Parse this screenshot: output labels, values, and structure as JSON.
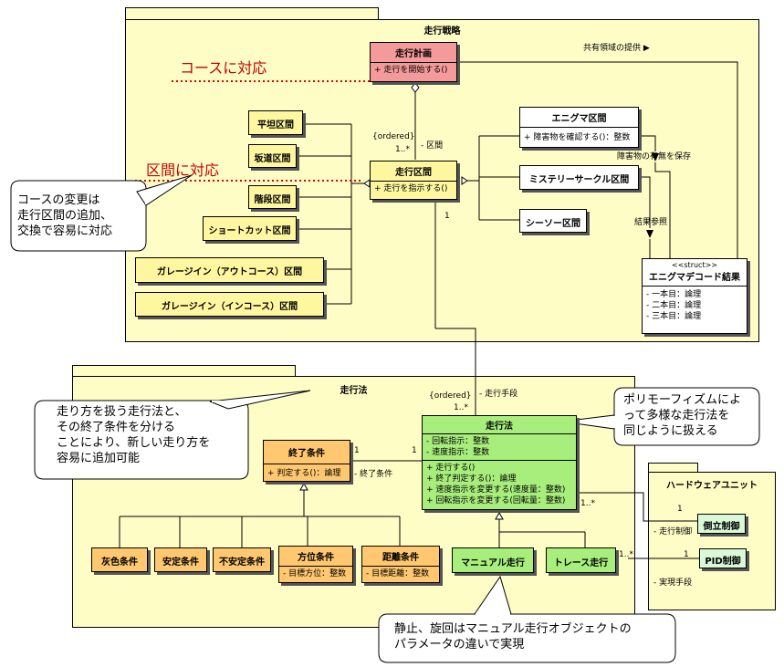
{
  "packages": {
    "strategy": {
      "title": "走行戦略"
    },
    "method": {
      "title": "走行法"
    },
    "hardware": {
      "title": "ハードウェアユニット"
    }
  },
  "strategy_classes": {
    "plan": {
      "name": "走行計画",
      "op": "+ 走行を開始する()"
    },
    "section": {
      "name": "走行区間",
      "op": "+ 走行を指示する()"
    },
    "flat": {
      "name": "平坦区間"
    },
    "slope": {
      "name": "坂道区間"
    },
    "stairs": {
      "name": "階段区間"
    },
    "shortcut": {
      "name": "ショートカット区間"
    },
    "garage_out": {
      "name": "ガレージイン（アウトコース）区間"
    },
    "garage_in": {
      "name": "ガレージイン（インコース）区間"
    },
    "enigma": {
      "name": "エニグマ区間",
      "op": "+ 障害物を確認する()：整数"
    },
    "mystery": {
      "name": "ミステリーサークル区間"
    },
    "seesaw": {
      "name": "シーソー区間"
    },
    "enigma_result": {
      "stereotype": "<<struct>>",
      "name": "エニグマデコード結果",
      "attrs": [
        "- 一本目：論理",
        "- 二本目：論理",
        "- 三本目：論理"
      ]
    }
  },
  "method_classes": {
    "end_cond": {
      "name": "終了条件",
      "op": "+ 判定する()：論理"
    },
    "method": {
      "name": "走行法",
      "attrs": [
        "- 回転指示：整数",
        "- 速度指示：整数"
      ],
      "ops": [
        "+ 走行する()",
        "+ 終了判定する()：論理",
        "+ 速度指示を変更する(速度量：整数)",
        "+ 回転指示を変更する(回転量：整数)"
      ]
    },
    "gray": {
      "name": "灰色条件"
    },
    "stable": {
      "name": "安定条件"
    },
    "unstable": {
      "name": "不安定条件"
    },
    "direction": {
      "name": "方位条件",
      "attr": "- 目標方位：整数"
    },
    "distance": {
      "name": "距離条件",
      "attr": "- 目標距離：整数"
    },
    "manual": {
      "name": "マニュアル走行"
    },
    "trace": {
      "name": "トレース走行"
    }
  },
  "hardware_classes": {
    "balance": {
      "name": "倒立制御"
    },
    "pid": {
      "name": "PID制御"
    }
  },
  "labels": {
    "shared_domain": "共有領域の提供 ▶",
    "ordered1": "{ordered}",
    "mult_1star_a": "1..*",
    "role_section": "- 区間",
    "obstacle_save": "障害物の有無を保存",
    "result_ref": "結果参照",
    "one_a": "1",
    "ordered2": "{ordered}",
    "role_method": "- 走行手段",
    "mult_1star_b": "1..*",
    "one_b": "1",
    "one_c": "1",
    "role_endcond": "- 終了条件",
    "mult_1star_c": "1..*",
    "one_d": "1",
    "role_drive_ctrl": "- 走行制御",
    "mult_1star_d": "1..*",
    "one_e": "1",
    "role_impl": "- 実現手段"
  },
  "annotations": {
    "course": "コースに対応",
    "section": "区間に対応"
  },
  "notes": {
    "course_change": [
      "コースの変更は",
      "走行区間の追加、",
      "交換で容易に対応"
    ],
    "method_split": [
      "走り方を扱う走行法と、",
      "その終了条件を分ける",
      "ことにより、新しい走り方を",
      "容易に追加可能"
    ],
    "polymorphism": [
      "ポリモーフィズムによ",
      "って多様な走行法を",
      "同じように扱える"
    ],
    "static_turn": [
      "静止、旋回はマニュアル走行オブジェクトの",
      "パラメータの違いで実現"
    ]
  },
  "colors": {
    "package": "#fffdc6",
    "plan": "#f59a9a",
    "condition": "#ffc870",
    "method": "#a8ee7c",
    "hardware": "#d8f8d8",
    "annotation": "#c00000"
  }
}
